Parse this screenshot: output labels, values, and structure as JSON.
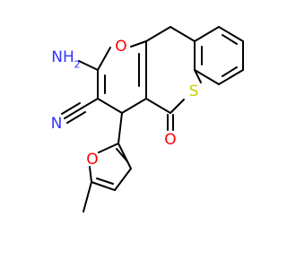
{
  "colors": {
    "background": "#ffffff",
    "bond": "#000000",
    "nitrogen": "#3333ff",
    "oxygen": "#ff0000",
    "sulfur": "#cccc00",
    "carbon": "#000000"
  },
  "labels": {
    "amino": "NH",
    "amino_subscript": "2",
    "ring_oxygen": "O",
    "nitrile_nitrogen": "N",
    "ring_sulfur": "S",
    "carbonyl_oxygen": "O",
    "furan_oxygen": "O"
  }
}
